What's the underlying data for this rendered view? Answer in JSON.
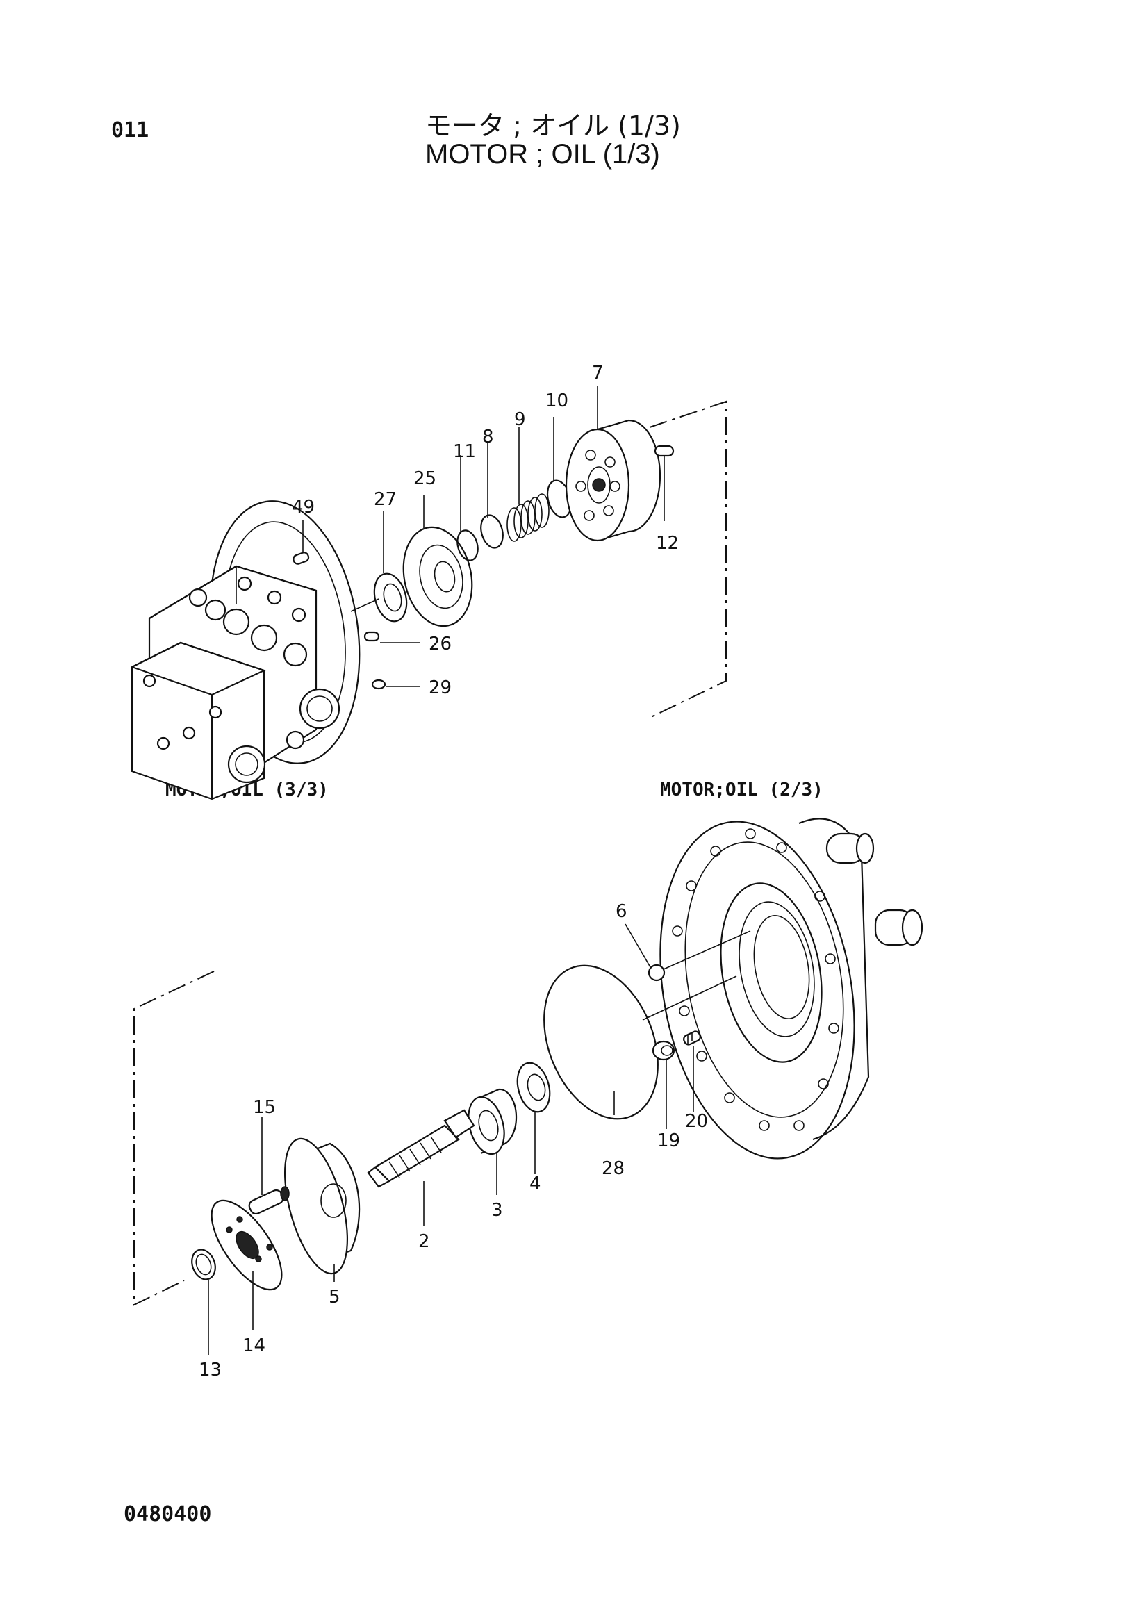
{
  "page": {
    "page_number": "011",
    "title_jp": "モータ ; オイル (1/3)",
    "title_en": "MOTOR ; OIL (1/3)",
    "drawing_number": "0480400"
  },
  "references": {
    "left": "MOTOR;OIL (3/3)",
    "right": "MOTOR;OIL (2/3)"
  },
  "callouts": [
    "49",
    "27",
    "25",
    "11",
    "8",
    "9",
    "10",
    "7",
    "12",
    "26",
    "29",
    "6",
    "28",
    "19",
    "20",
    "15",
    "5",
    "2",
    "3",
    "4",
    "14",
    "13"
  ]
}
